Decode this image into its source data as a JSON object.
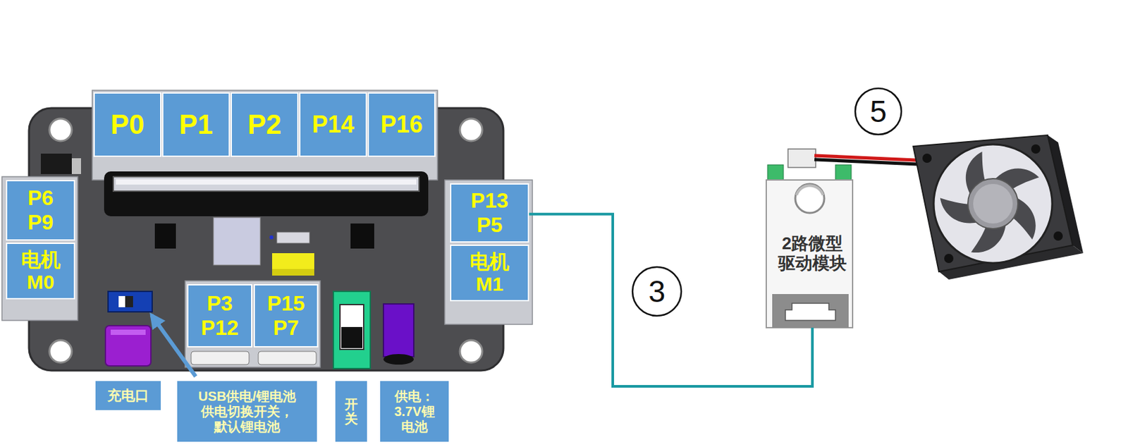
{
  "diagram": {
    "nodes": [
      {
        "text": [
          "P0"
        ]
      },
      {
        "text": [
          "P1"
        ]
      },
      {
        "text": [
          "P2"
        ]
      },
      {
        "text": [
          "P14"
        ]
      },
      {
        "text": [
          "P16"
        ]
      },
      {
        "text": [
          "P6 P9"
        ]
      },
      {
        "text": [
          "电机 M0"
        ]
      },
      {
        "text": [
          "P13 P5"
        ]
      },
      {
        "text": [
          "电机 M1"
        ]
      },
      {
        "text": [
          "P3 P12"
        ]
      },
      {
        "text": [
          "P15 P7"
        ]
      },
      {
        "text": [
          "充电口"
        ]
      },
      {
        "text": [
          "USB供电/锂电池 供电切换开关， 默认锂电池"
        ]
      },
      {
        "text": [
          "开关"
        ]
      },
      {
        "text": [
          "供电：3.7V锂 电池"
        ]
      },
      {
        "text": [
          "2路微型 驱动模块"
        ]
      }
    ],
    "edges": [
      {
        "from": 7,
        "to": 15,
        "arrow": "none"
      }
    ],
    "labels": [
      "3",
      "5"
    ]
  }
}
